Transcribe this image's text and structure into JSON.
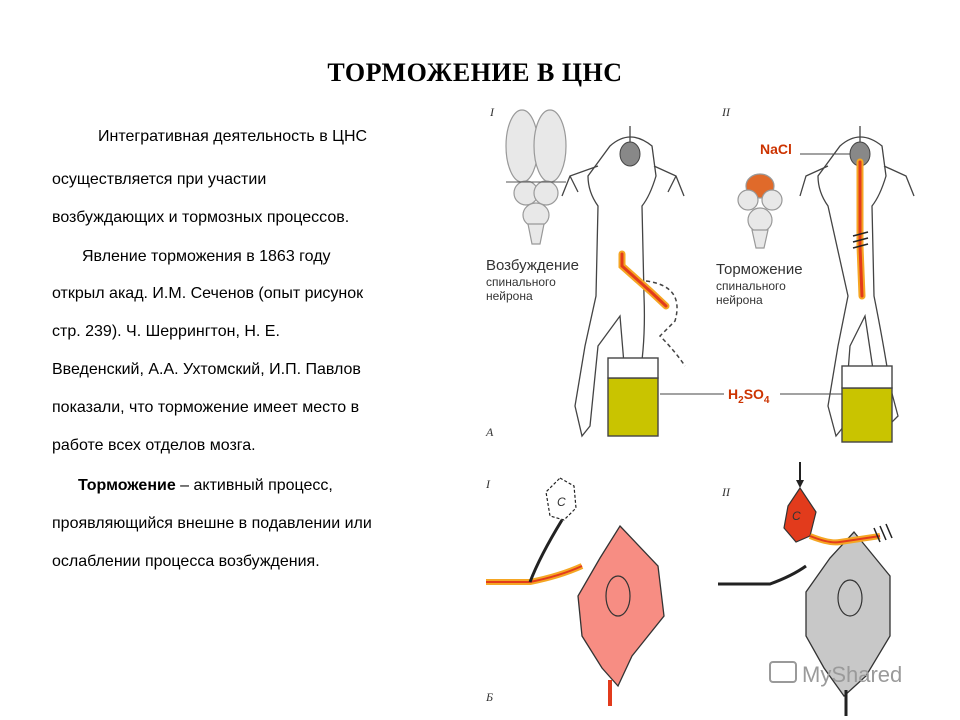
{
  "title": "ТОРМОЖЕНИЕ В ЦНС",
  "paragraphs": {
    "l1": "Интегративная деятельность  в ЦНС",
    "l2": "осуществляется при участии",
    "l3": "возбуждающих и тормозных процессов.",
    "l4": "Явление торможения в 1863 году",
    "l5": "открыл акад. И.М. Сеченов  (опыт рисунок",
    "l6": "стр. 239). Ч. Шеррингтон, Н. Е.",
    "l7": "Введенский, А.А. Ухтомский, И.П. Павлов",
    "l8": "показали, что торможение имеет место в",
    "l9": "работе всех отделов мозга.",
    "l10_bold": "Торможение",
    "l10_rest": " – активный процесс,",
    "l11": "проявляющийся внешне  в подавлении или",
    "l12": "ослаблении процесса возбуждения."
  },
  "figure": {
    "panel_I": "I",
    "panel_II": "II",
    "label_A": "А",
    "label_B": "Б",
    "excitation": "Возбуждение",
    "excitation_sub1": "спинального",
    "excitation_sub2": "нейрона",
    "inhibition": "Торможение",
    "inhibition_sub1": "спинального",
    "inhibition_sub2": "нейрона",
    "nacl": "NaCl",
    "h2so4_h": "H",
    "h2so4_2": "2",
    "h2so4_so": "SO",
    "h2so4_4": "4",
    "neuron_c1": "С",
    "neuron_c2": "С"
  },
  "watermark": "MyShared",
  "colors": {
    "acid": "#c9c400",
    "nerve_red": "#e23b1c",
    "nerve_orange": "#f5a623",
    "neuron_pink": "#f78d83",
    "neuron_gray": "#c8c8c8"
  }
}
